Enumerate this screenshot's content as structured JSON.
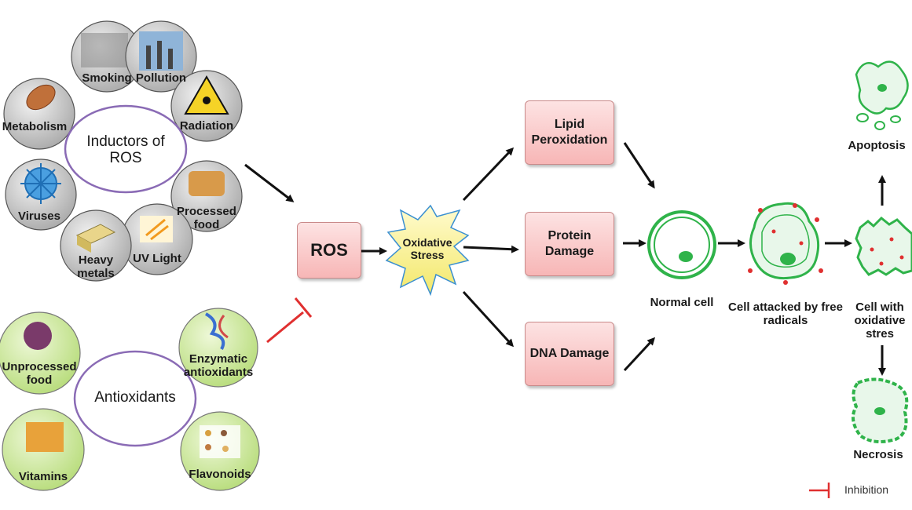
{
  "inductors": {
    "title": "Inductors of ROS",
    "items": [
      "Smoking",
      "Pollution",
      "Radiation",
      "Processed food",
      "UV Light",
      "Heavy metals",
      "Viruses",
      "Metabolism"
    ]
  },
  "antioxidants": {
    "title": "Antioxidants",
    "items": [
      "Unprocessed food",
      "Vitamins",
      "Enzymatic antioxidants",
      "Flavonoids"
    ]
  },
  "ros_label": "ROS",
  "oxidative_stress": "Oxidative Stress",
  "damage": {
    "lipid": "Lipid Peroxidation",
    "protein": "Protein Damage",
    "dna": "DNA Damage"
  },
  "cells": {
    "normal": "Normal cell",
    "attacked": "Cell attacked by free radicals",
    "stress": "Cell with oxidative stres",
    "apoptosis": "Apoptosis",
    "necrosis": "Necrosis"
  },
  "legend": {
    "inhibition": "Inhibition"
  },
  "colors": {
    "inductor_circle": "#c8c8c8",
    "antioxidant_circle": "#cde89a",
    "box_fill": "#f7b6b6",
    "cell_green": "#2fb34a",
    "inhibit_red": "#e03030",
    "oval_border": "#8a6bb5"
  }
}
